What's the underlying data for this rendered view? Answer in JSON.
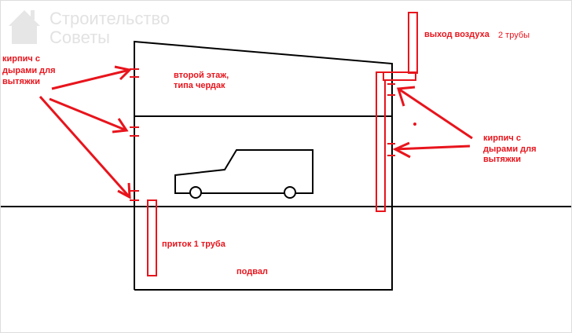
{
  "watermark": {
    "line1": "Строительство",
    "line2": "Советы"
  },
  "labels": {
    "left_bricks": [
      "кирпич с",
      "дырами для",
      "вытяжки"
    ],
    "second_floor": [
      "второй этаж,",
      "типа чердак"
    ],
    "air_exit": "выход воздуха",
    "two_pipes": "2 трубы",
    "right_bricks": [
      "кирпич с",
      "дырами для",
      "вытяжки"
    ],
    "intake": "приток 1 труба",
    "basement": "подвал"
  },
  "colors": {
    "annotation": "#e8141c",
    "structure": "#000000",
    "watermark": "#e2e2e2"
  }
}
